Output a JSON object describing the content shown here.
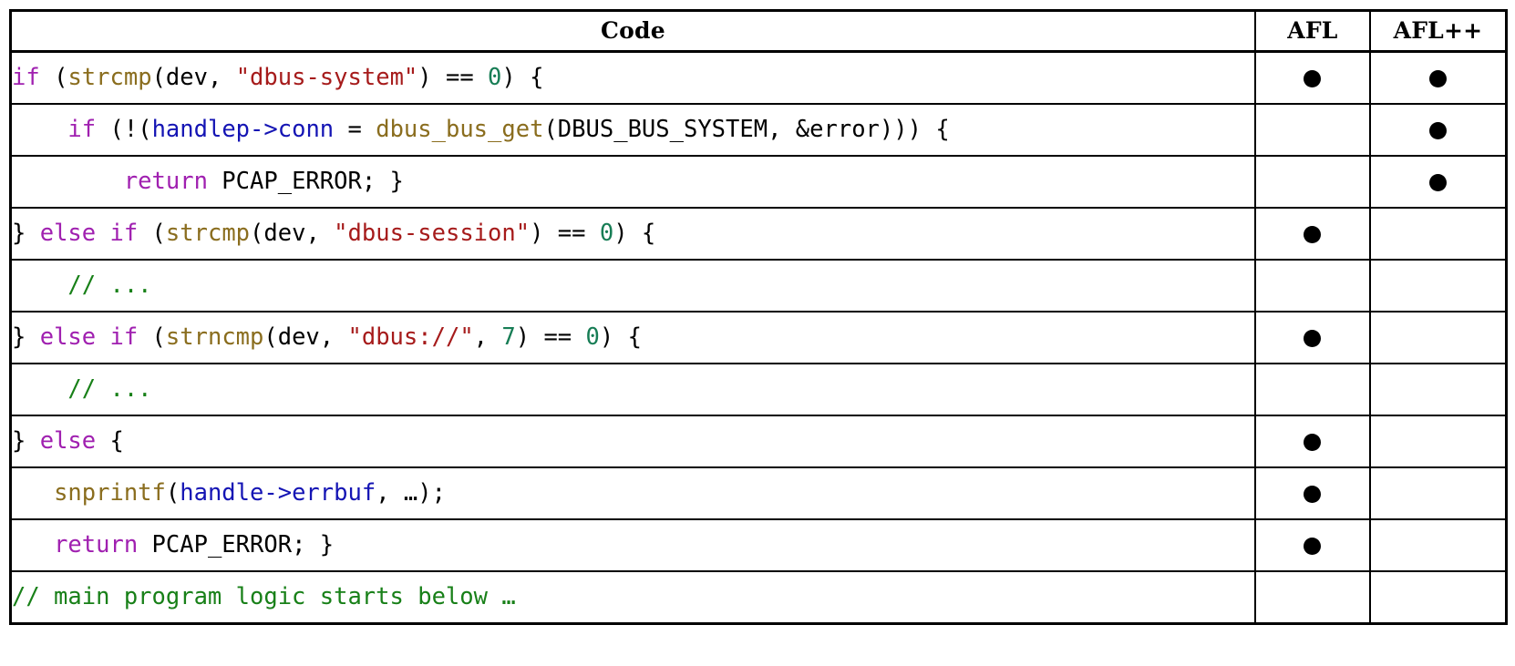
{
  "table": {
    "headers": {
      "code": "Code",
      "afl": "AFL",
      "aflpp": "AFL++"
    },
    "rows": [
      {
        "id": "row-if-dbus-system",
        "plain_text": "if (strcmp(dev, \"dbus-system\") == 0) {",
        "tokens": [
          {
            "text": "if",
            "type": "keyword"
          },
          {
            "text": " (",
            "type": "plain"
          },
          {
            "text": "strcmp",
            "type": "function"
          },
          {
            "text": "(dev, ",
            "type": "plain"
          },
          {
            "text": "\"dbus-system\"",
            "type": "string"
          },
          {
            "text": ") == ",
            "type": "plain"
          },
          {
            "text": "0",
            "type": "number"
          },
          {
            "text": ") {",
            "type": "plain"
          }
        ],
        "afl": true,
        "aflpp": true
      },
      {
        "id": "row-handlep-conn",
        "plain_text": "    if (!(handlep->conn = dbus_bus_get(DBUS_BUS_SYSTEM, &error))) {",
        "tokens": [
          {
            "text": "    ",
            "type": "plain"
          },
          {
            "text": "if",
            "type": "keyword"
          },
          {
            "text": " (!(",
            "type": "plain"
          },
          {
            "text": "handlep->conn",
            "type": "variable"
          },
          {
            "text": " = ",
            "type": "plain"
          },
          {
            "text": "dbus_bus_get",
            "type": "function"
          },
          {
            "text": "(DBUS_BUS_SYSTEM, &error))) {",
            "type": "plain"
          }
        ],
        "afl": false,
        "aflpp": true
      },
      {
        "id": "row-return-pcap-error-1",
        "plain_text": "        return PCAP_ERROR; }",
        "tokens": [
          {
            "text": "        ",
            "type": "plain"
          },
          {
            "text": "return",
            "type": "keyword"
          },
          {
            "text": " PCAP_ERROR; }",
            "type": "plain"
          }
        ],
        "afl": false,
        "aflpp": true
      },
      {
        "id": "row-else-if-dbus-session",
        "plain_text": "} else if (strcmp(dev, \"dbus-session\") == 0) {",
        "tokens": [
          {
            "text": "} ",
            "type": "plain"
          },
          {
            "text": "else if",
            "type": "keyword"
          },
          {
            "text": " (",
            "type": "plain"
          },
          {
            "text": "strcmp",
            "type": "function"
          },
          {
            "text": "(dev, ",
            "type": "plain"
          },
          {
            "text": "\"dbus-session\"",
            "type": "string"
          },
          {
            "text": ") == ",
            "type": "plain"
          },
          {
            "text": "0",
            "type": "number"
          },
          {
            "text": ") {",
            "type": "plain"
          }
        ],
        "afl": true,
        "aflpp": false
      },
      {
        "id": "row-comment-1",
        "plain_text": "    // ...",
        "tokens": [
          {
            "text": "    ",
            "type": "plain"
          },
          {
            "text": "// ...",
            "type": "comment"
          }
        ],
        "afl": false,
        "aflpp": false
      },
      {
        "id": "row-else-if-dbus-scheme",
        "plain_text": "} else if (strncmp(dev, \"dbus://\", 7) == 0) {",
        "tokens": [
          {
            "text": "} ",
            "type": "plain"
          },
          {
            "text": "else if",
            "type": "keyword"
          },
          {
            "text": " (",
            "type": "plain"
          },
          {
            "text": "strncmp",
            "type": "function"
          },
          {
            "text": "(dev, ",
            "type": "plain"
          },
          {
            "text": "\"dbus://\"",
            "type": "string"
          },
          {
            "text": ", ",
            "type": "plain"
          },
          {
            "text": "7",
            "type": "number"
          },
          {
            "text": ") == ",
            "type": "plain"
          },
          {
            "text": "0",
            "type": "number"
          },
          {
            "text": ") {",
            "type": "plain"
          }
        ],
        "afl": true,
        "aflpp": false
      },
      {
        "id": "row-comment-2",
        "plain_text": "    // ...",
        "tokens": [
          {
            "text": "    ",
            "type": "plain"
          },
          {
            "text": "// ...",
            "type": "comment"
          }
        ],
        "afl": false,
        "aflpp": false
      },
      {
        "id": "row-else",
        "plain_text": "} else {",
        "tokens": [
          {
            "text": "} ",
            "type": "plain"
          },
          {
            "text": "else",
            "type": "keyword"
          },
          {
            "text": " {",
            "type": "plain"
          }
        ],
        "afl": true,
        "aflpp": false
      },
      {
        "id": "row-snprintf",
        "plain_text": "   snprintf(handle->errbuf, …);",
        "tokens": [
          {
            "text": "   ",
            "type": "plain"
          },
          {
            "text": "snprintf",
            "type": "function"
          },
          {
            "text": "(",
            "type": "plain"
          },
          {
            "text": "handle->errbuf",
            "type": "variable"
          },
          {
            "text": ", …);",
            "type": "plain"
          }
        ],
        "afl": true,
        "aflpp": false
      },
      {
        "id": "row-return-pcap-error-2",
        "plain_text": "   return PCAP_ERROR; }",
        "tokens": [
          {
            "text": "   ",
            "type": "plain"
          },
          {
            "text": "return",
            "type": "keyword"
          },
          {
            "text": " PCAP_ERROR; }",
            "type": "plain"
          }
        ],
        "afl": true,
        "aflpp": false
      },
      {
        "id": "row-main-comment",
        "plain_text": "// main program logic starts below …",
        "tokens": [
          {
            "text": "// main program logic starts below …",
            "type": "comment"
          }
        ],
        "afl": false,
        "aflpp": false
      }
    ]
  },
  "colors": {
    "keyword": "#a020b0",
    "function": "#8a6d1e",
    "string": "#a61b1b",
    "number": "#177d55",
    "variable": "#1414b4",
    "comment": "#188018",
    "plain": "#000000",
    "marker": "#000000",
    "border": "#000000",
    "background": "#ffffff"
  },
  "markers": {
    "present_symbol": "●",
    "absent_symbol": ""
  }
}
